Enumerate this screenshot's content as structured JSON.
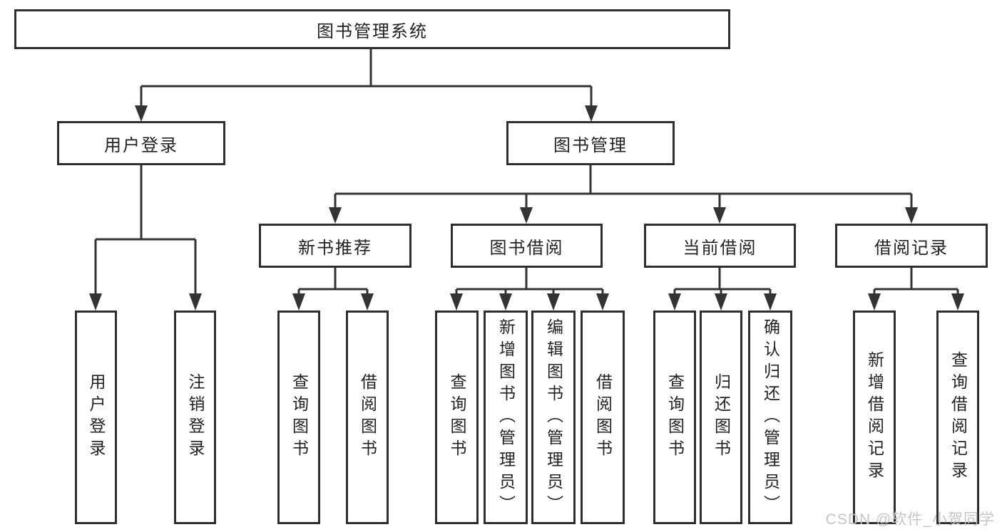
{
  "tree": {
    "label": "图书管理系统",
    "children": [
      {
        "label": "用户登录",
        "children": [
          {
            "label": "用户登录"
          },
          {
            "label": "注销登录"
          }
        ]
      },
      {
        "label": "图书管理",
        "children": [
          {
            "label": "新书推荐",
            "children": [
              {
                "label": "查询图书"
              },
              {
                "label": "借阅图书"
              }
            ]
          },
          {
            "label": "图书借阅",
            "children": [
              {
                "label": "查询图书"
              },
              {
                "label": "新增图书（管理员）"
              },
              {
                "label": "编辑图书（管理员）"
              },
              {
                "label": "借阅图书"
              }
            ]
          },
          {
            "label": "当前借阅",
            "children": [
              {
                "label": "查询图书"
              },
              {
                "label": "归还图书"
              },
              {
                "label": "确认归还（管理员）"
              }
            ]
          },
          {
            "label": "借阅记录",
            "children": [
              {
                "label": "新增借阅记录"
              },
              {
                "label": "查询借阅记录"
              }
            ]
          }
        ]
      }
    ]
  },
  "watermark": {
    "text": "CSDN @软件_小贺同学"
  },
  "colors": {
    "line": "#333333",
    "border": "#2e2e2e",
    "text": "#222222",
    "watermark": "#c5c5c5",
    "background": "#ffffff"
  }
}
